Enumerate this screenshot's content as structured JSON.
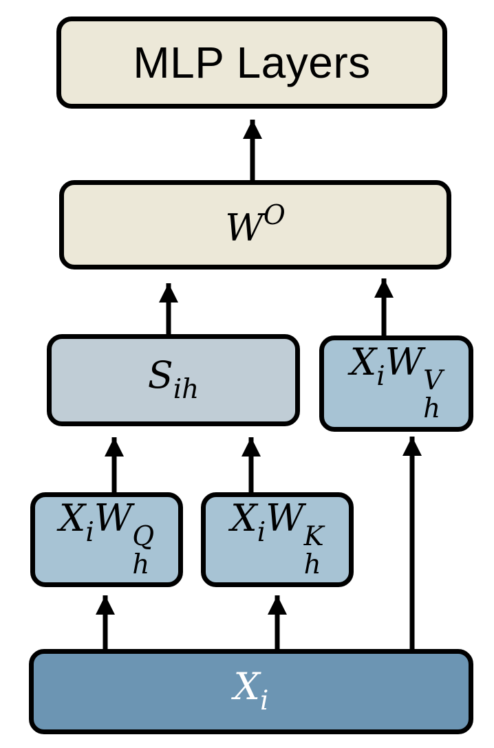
{
  "colors": {
    "mlp_fill": "#ece8d8",
    "wo_fill": "#ece8d8",
    "s_fill": "#c0cdd6",
    "proj_fill": "#a7c3d4",
    "x_fill": "#6c95b3",
    "stroke": "#000000"
  },
  "boxes": {
    "mlp": {
      "label": "MLP Layers"
    },
    "wo": {
      "base": "W",
      "sup": "O"
    },
    "s": {
      "base": "S",
      "sub": "ih"
    },
    "v": {
      "x": "X",
      "x_sub": "i",
      "w": "W",
      "w_sup": "V",
      "w_sub": "h"
    },
    "q": {
      "x": "X",
      "x_sub": "i",
      "w": "W",
      "w_sup": "Q",
      "w_sub": "h"
    },
    "k": {
      "x": "X",
      "x_sub": "i",
      "w": "W",
      "w_sup": "K",
      "w_sub": "h"
    },
    "x": {
      "base": "X",
      "sub": "i"
    }
  },
  "edges": [
    {
      "from": "wo",
      "to": "mlp"
    },
    {
      "from": "s",
      "to": "wo"
    },
    {
      "from": "v",
      "to": "wo"
    },
    {
      "from": "q",
      "to": "s"
    },
    {
      "from": "k",
      "to": "s"
    },
    {
      "from": "x",
      "to": "q"
    },
    {
      "from": "x",
      "to": "k"
    },
    {
      "from": "x",
      "to": "v"
    }
  ]
}
